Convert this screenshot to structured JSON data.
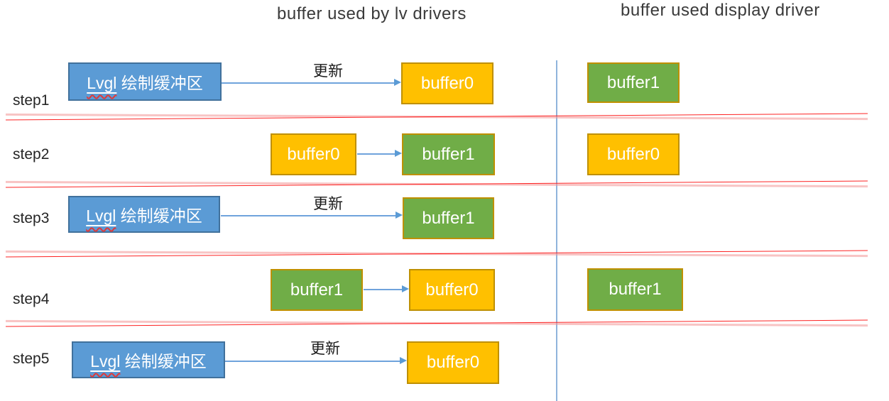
{
  "titles": {
    "left": "buffer used by lv drivers",
    "right": "buffer used display driver"
  },
  "labels": {
    "lvgl_prefix": "Lvgl",
    "lvgl_suffix": " 绘制缓冲区"
  },
  "colors": {
    "lvgl_box_fill": "#5B9BD5",
    "lvgl_box_border": "#41719C",
    "buffer0_fill": "#FFC000",
    "buffer1_fill": "#70AD47",
    "buffer_border": "#BF9000",
    "arrow": "#5B9BD5",
    "divider": "#FF2222",
    "column_separator": "#8FB4DC"
  },
  "rows": [
    {
      "label": "step1",
      "update": "更新",
      "target": {
        "text": "buffer0",
        "color": "#FFC000"
      },
      "display": {
        "text": "buffer1",
        "color": "#70AD47"
      }
    },
    {
      "label": "step2",
      "source": {
        "text": "buffer0",
        "color": "#FFC000"
      },
      "target": {
        "text": "buffer1",
        "color": "#70AD47"
      },
      "display": {
        "text": "buffer0",
        "color": "#FFC000"
      }
    },
    {
      "label": "step3",
      "update": "更新",
      "target": {
        "text": "buffer1",
        "color": "#70AD47"
      }
    },
    {
      "label": "step4",
      "source": {
        "text": "buffer1",
        "color": "#70AD47"
      },
      "target": {
        "text": "buffer0",
        "color": "#FFC000"
      },
      "display": {
        "text": "buffer1",
        "color": "#70AD47"
      }
    },
    {
      "label": "step5",
      "update": "更新",
      "target": {
        "text": "buffer0",
        "color": "#FFC000"
      }
    }
  ]
}
